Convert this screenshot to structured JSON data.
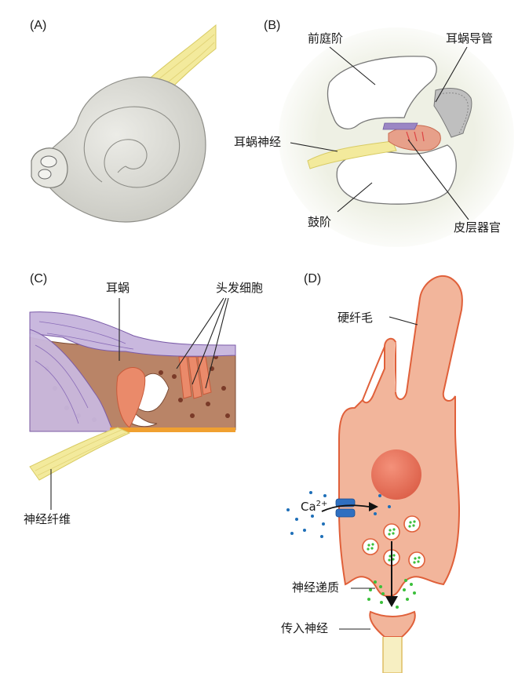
{
  "panels": {
    "a": {
      "tag": "(A)"
    },
    "b": {
      "tag": "(B)",
      "labels": {
        "vestibule": "前庭阶",
        "cochlear_duct": "耳蜗导管",
        "cochlear_nerve": "耳蜗神经",
        "tympani": "鼓阶",
        "organ_of_corti": "皮层器官"
      }
    },
    "c": {
      "tag": "(C)",
      "labels": {
        "cochlea": "耳蜗",
        "hair_cells": "头发细胞",
        "nerve_fibers": "神经纤维"
      }
    },
    "d": {
      "tag": "(D)",
      "labels": {
        "stereocilia": "硬纤毛",
        "calcium_base": "Ca",
        "calcium_sup": "2+",
        "neurotransmitter": "神经递质",
        "afferent_nerve": "传入神经"
      }
    }
  },
  "colors": {
    "cochlea_shell": "#d9d9d3",
    "nerve_yellow": "#f3ea9c",
    "membrane_purple": "#c9b8de",
    "hair_cell_salmon": "#f2b59b",
    "hair_cell_outline": "#e0603a",
    "nucleus": "#e7705a",
    "ca_dot": "#1f6fb8",
    "vesicle_green": "#3bbf3b"
  }
}
